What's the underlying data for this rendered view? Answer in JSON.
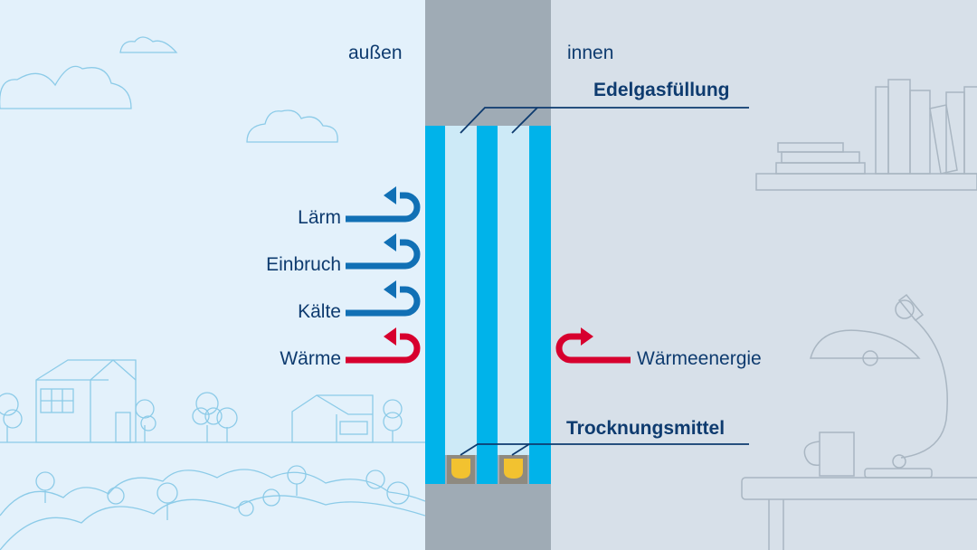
{
  "labels": {
    "outside": "außen",
    "inside": "innen",
    "gas_fill": "Edelgasfüllung",
    "desiccant": "Trocknungsmittel",
    "noise": "Lärm",
    "burglary": "Einbruch",
    "cold": "Kälte",
    "heat": "Wärme",
    "heat_energy": "Wärmeenergie"
  },
  "colors": {
    "outside_bg": "#e3f1fb",
    "inside_bg": "#d7e0e9",
    "wall": "#9fabb5",
    "glass": "#00b3ea",
    "gas": "#cdeaf7",
    "desiccant": "#f2c230",
    "text": "#0e3b6f",
    "arrow_blue": "#1170b5",
    "arrow_red": "#d7002e",
    "line_art_out": "#8ccbe8",
    "line_art_in": "#a9b6c2"
  },
  "icons": {
    "arrows_blocked": "u-turn-arrow-blue",
    "arrow_heat": "u-turn-arrow-red"
  }
}
